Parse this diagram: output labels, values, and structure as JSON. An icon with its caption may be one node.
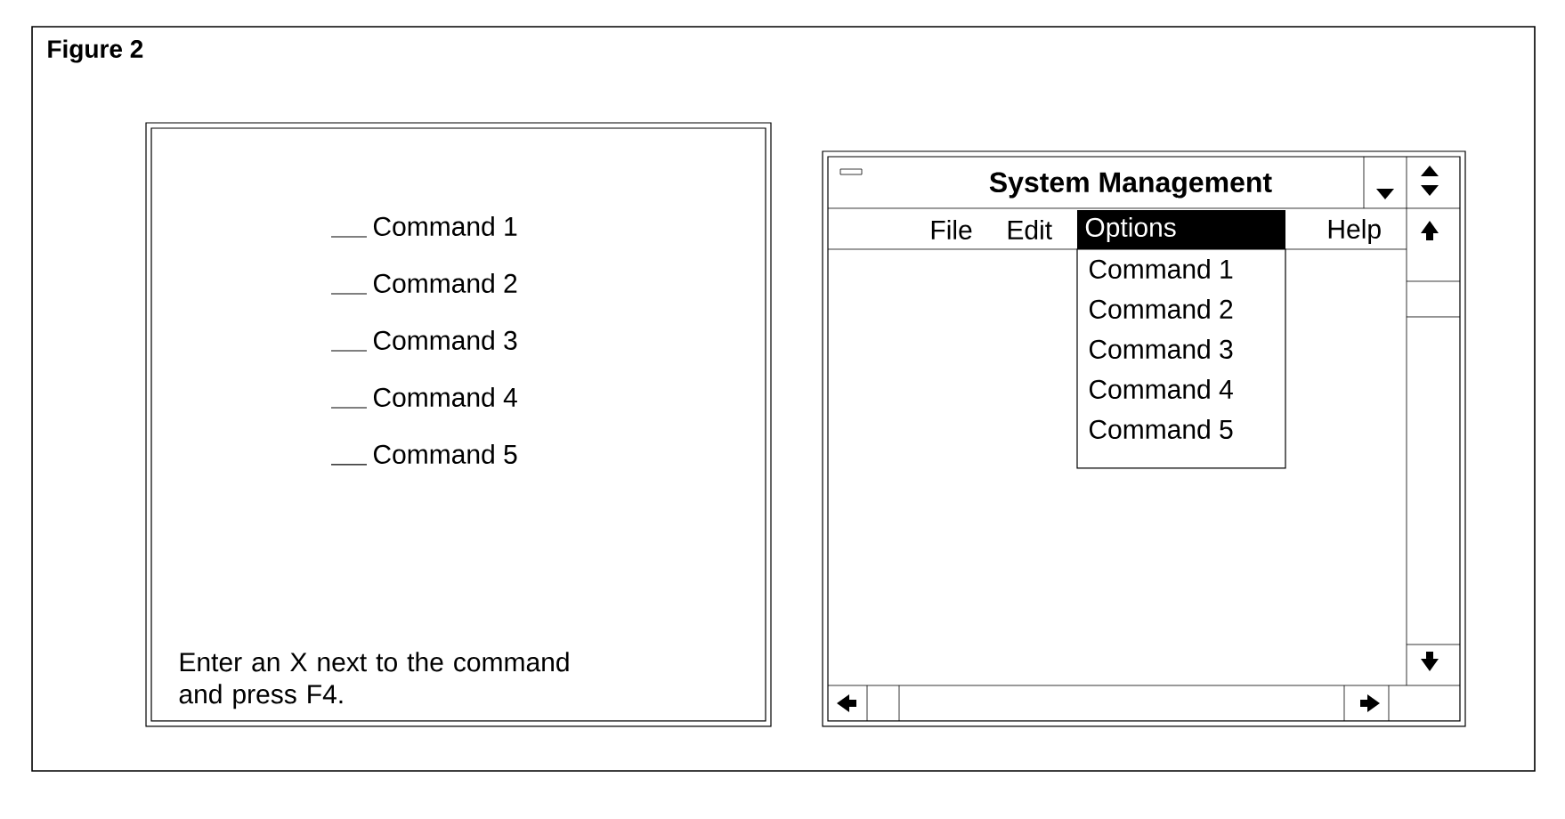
{
  "diagram": {
    "title": "Figure 2",
    "nodes": [
      {
        "text": [
          "Command 1",
          "Command 2",
          "Command 3",
          "Command 4",
          "Command 5",
          "Enter an X next to the command and press F4."
        ]
      },
      {
        "text": [
          "System Management"
        ]
      },
      {
        "text": [
          "Options"
        ],
        "in": 1
      },
      {
        "text": [
          "Command 1",
          "Command 2",
          "Command 3",
          "Command 4",
          "Command 5"
        ],
        "in": 1
      }
    ],
    "labels": [
      "File",
      "Edit",
      "Help"
    ]
  }
}
